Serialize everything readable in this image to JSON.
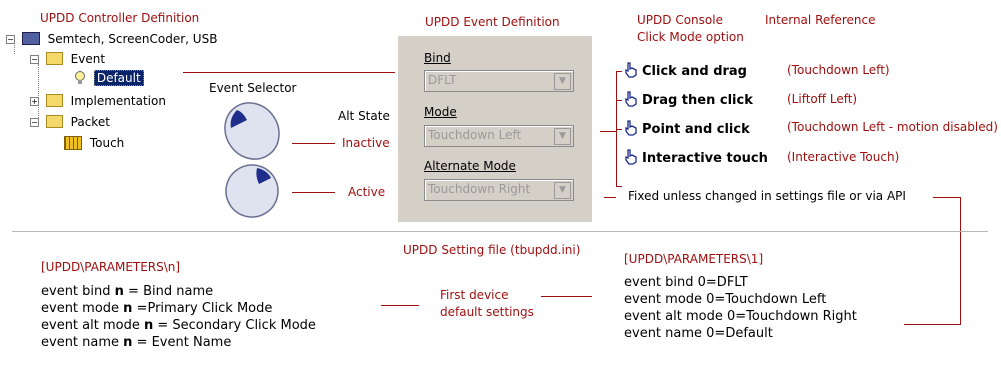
{
  "headers": {
    "controller_def": "UPDD Controller Definition",
    "event_def": "UPDD Event Definition",
    "console_line1": "UPDD Console",
    "console_line2": "Click Mode option",
    "internal_ref": "Internal Reference",
    "setting_file": "UPDD Setting file (tbupdd.ini)"
  },
  "tree": {
    "root": "Semtech, ScreenCoder, USB",
    "event": "Event",
    "default": "Default",
    "implementation": "Implementation",
    "packet": "Packet",
    "touch": "Touch"
  },
  "labels": {
    "event_selector": "Event Selector",
    "alt_state": "Alt State",
    "inactive": "Inactive",
    "active": "Active",
    "fixed_note": "Fixed unless changed in settings file or via API",
    "first_device_1": "First device",
    "first_device_2": "default settings"
  },
  "panel": {
    "bind_label": "Bind",
    "bind_value": "DFLT",
    "mode_label": "Mode",
    "mode_value": "Touchdown Left",
    "alt_mode_label": "Alternate Mode",
    "alt_mode_value": "Touchdown Right"
  },
  "options": [
    {
      "label": "Click and drag",
      "ref": "(Touchdown Left)"
    },
    {
      "label": "Drag then click",
      "ref": "(Liftoff Left)"
    },
    {
      "label": "Point and click",
      "ref": "(Touchdown Left - motion disabled)"
    },
    {
      "label": "Interactive touch",
      "ref": "(Interactive Touch)"
    }
  ],
  "params_generic": {
    "section": "[UPDD\\PARAMETERS\\n]",
    "line1_a": "event bind ",
    "line1_b": "n",
    "line1_c": " = Bind name",
    "line2_a": "event mode ",
    "line2_b": "n",
    "line2_c": " =Primary Click Mode",
    "line3_a": "event alt mode ",
    "line3_b": "n",
    "line3_c": " = Secondary Click Mode",
    "line4_a": "event name ",
    "line4_b": "n",
    "line4_c": " = Event Name"
  },
  "params_device": {
    "section": "[UPDD\\PARAMETERS\\1]",
    "line1": "event bind 0=DFLT",
    "line2": "event mode 0=Touchdown Left",
    "line3": "event alt mode 0=Touchdown Right",
    "line4": "event name 0=Default"
  },
  "colors": {
    "accent": "#a01010",
    "panel": "#d4d0c8",
    "selection": "#0a246a"
  }
}
